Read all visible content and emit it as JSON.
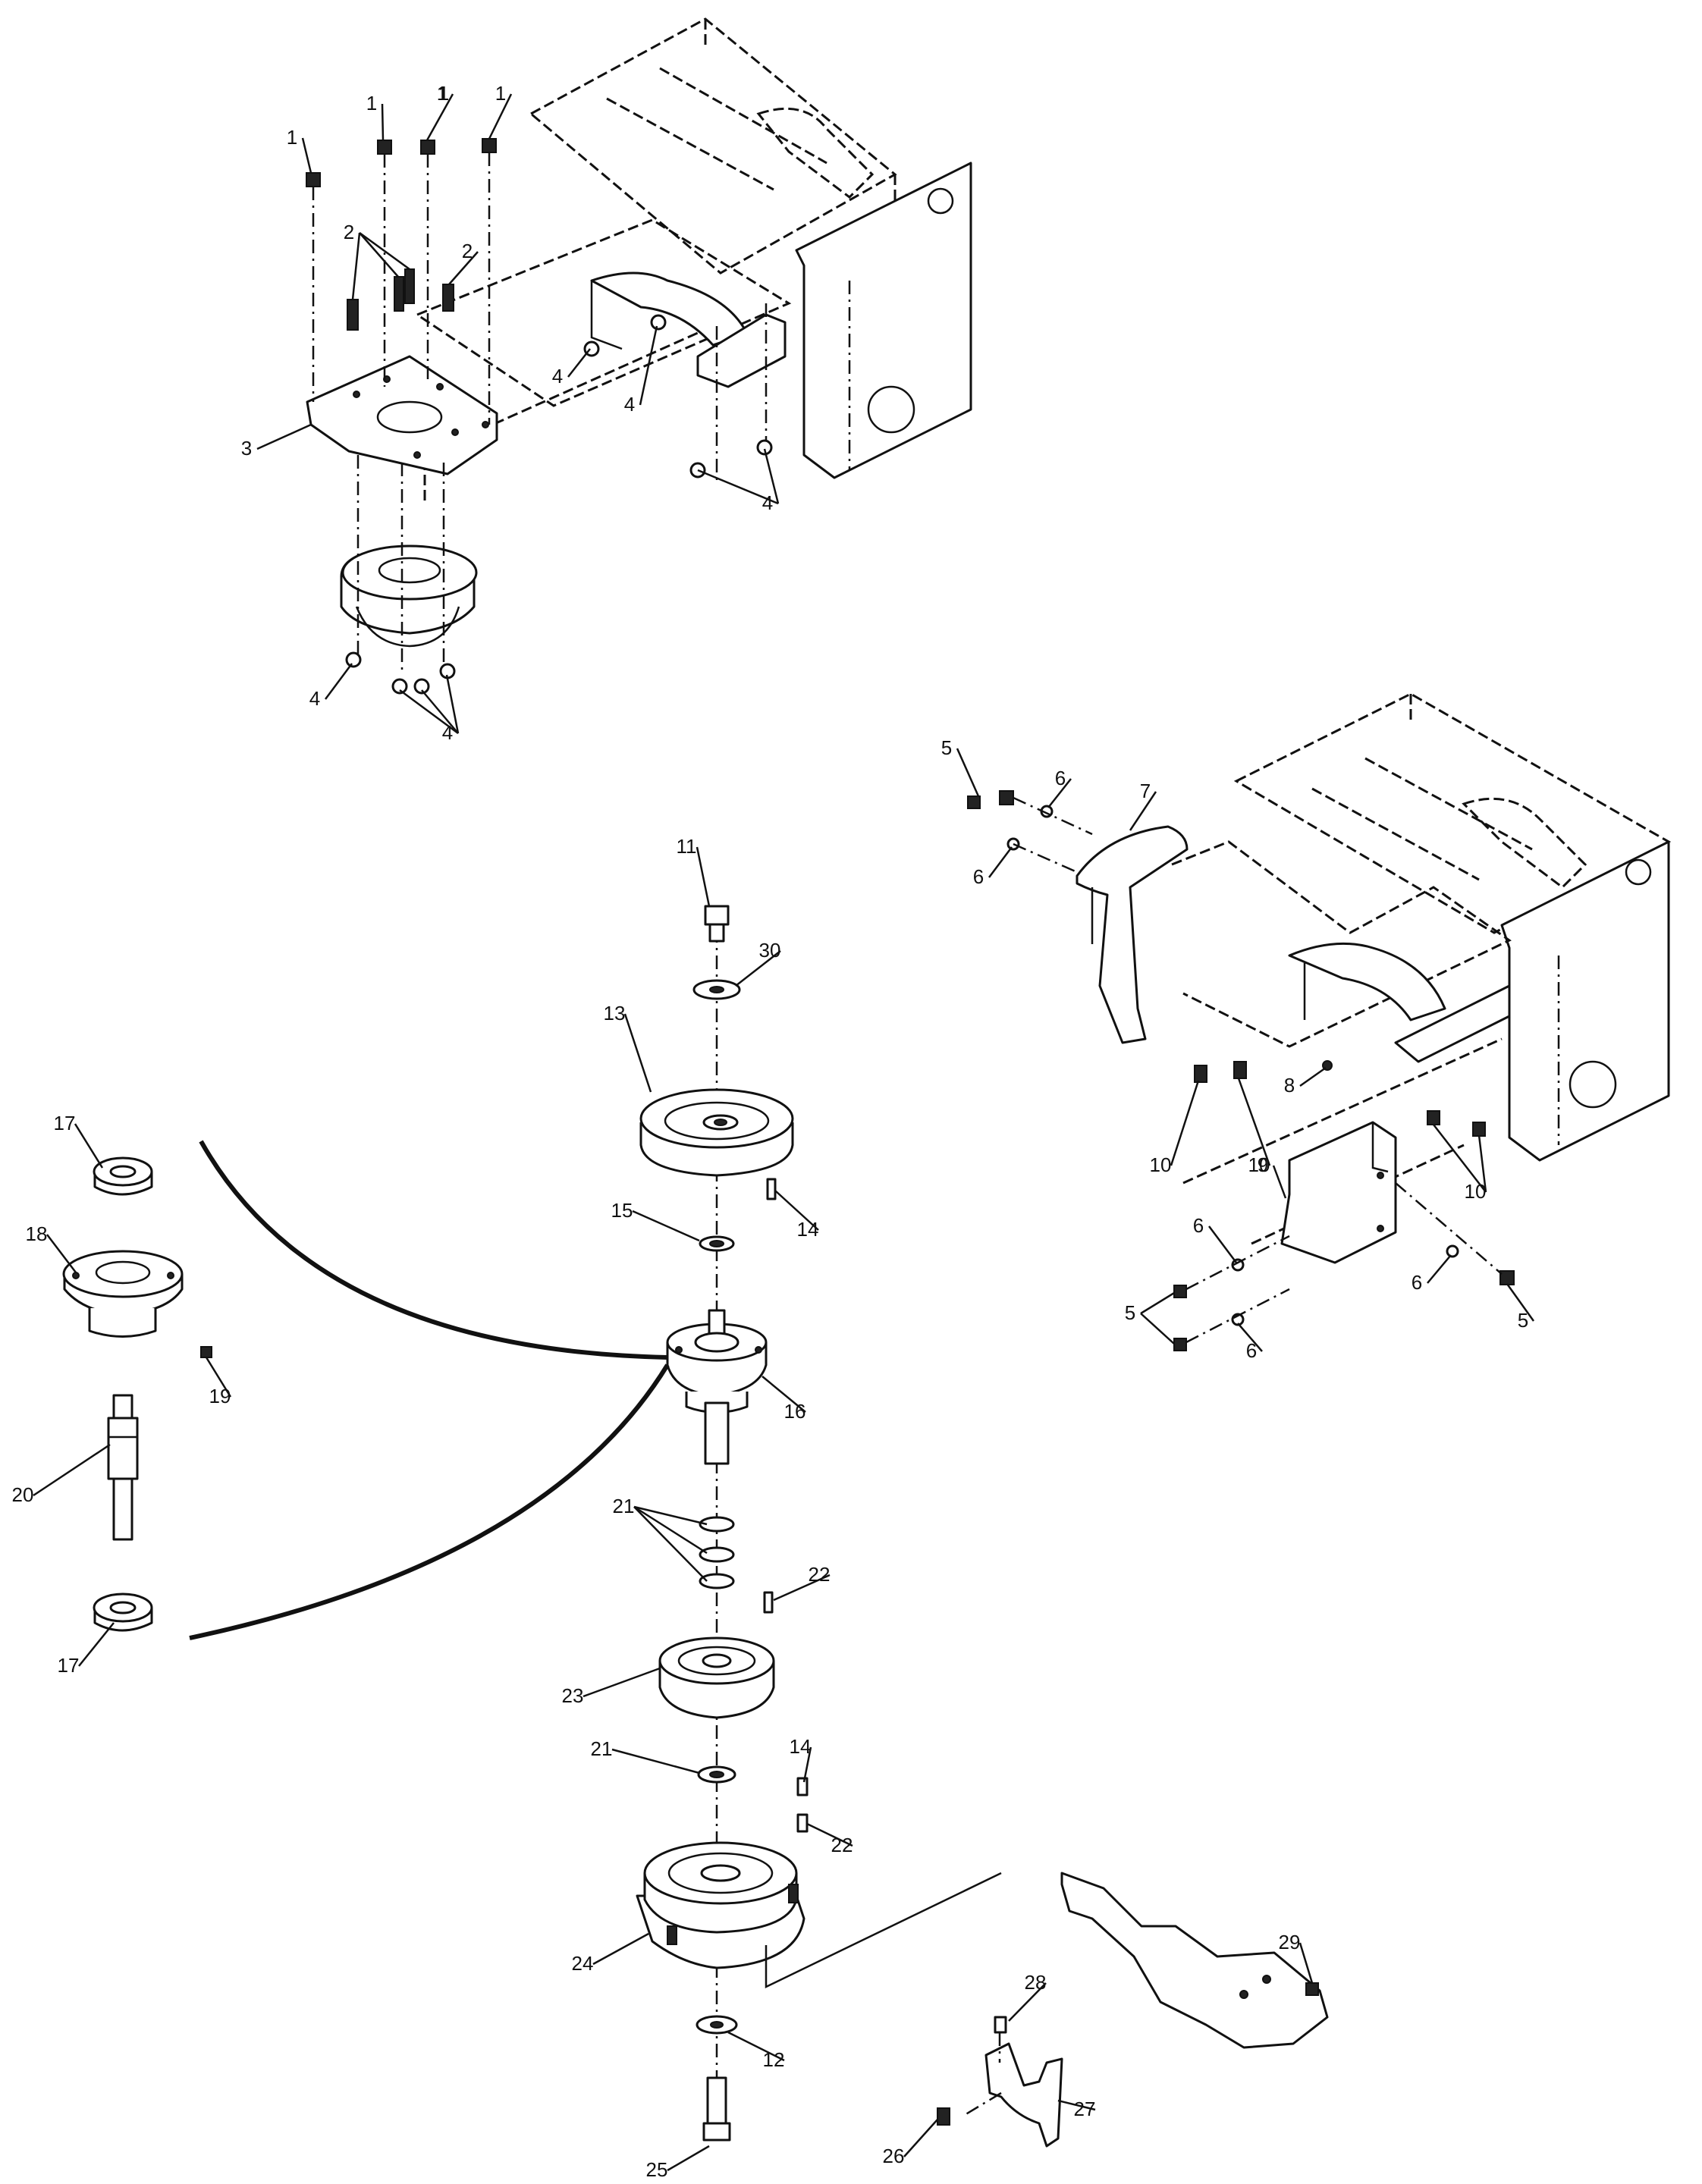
{
  "callouts": [
    {
      "label": "1"
    },
    {
      "label": "1"
    },
    {
      "label": "1"
    },
    {
      "label": "1"
    },
    {
      "label": "1"
    },
    {
      "label": "2"
    },
    {
      "label": "2"
    },
    {
      "label": "3"
    },
    {
      "label": "4"
    },
    {
      "label": "4"
    },
    {
      "label": "4"
    },
    {
      "label": "4"
    },
    {
      "label": "4"
    },
    {
      "label": "5"
    },
    {
      "label": "5"
    },
    {
      "label": "5"
    },
    {
      "label": "6"
    },
    {
      "label": "6"
    },
    {
      "label": "6"
    },
    {
      "label": "6"
    },
    {
      "label": "6"
    },
    {
      "label": "7"
    },
    {
      "label": "8"
    },
    {
      "label": "9"
    },
    {
      "label": "10"
    },
    {
      "label": "10"
    },
    {
      "label": "10"
    },
    {
      "label": "11"
    },
    {
      "label": "12"
    },
    {
      "label": "13"
    },
    {
      "label": "14"
    },
    {
      "label": "14"
    },
    {
      "label": "15"
    },
    {
      "label": "16"
    },
    {
      "label": "17"
    },
    {
      "label": "17"
    },
    {
      "label": "18"
    },
    {
      "label": "19"
    },
    {
      "label": "20"
    },
    {
      "label": "21"
    },
    {
      "label": "21"
    },
    {
      "label": "22"
    },
    {
      "label": "22"
    },
    {
      "label": "23"
    },
    {
      "label": "24"
    },
    {
      "label": "25"
    },
    {
      "label": "26"
    },
    {
      "label": "27"
    },
    {
      "label": "28"
    },
    {
      "label": "29"
    },
    {
      "label": "30"
    }
  ]
}
